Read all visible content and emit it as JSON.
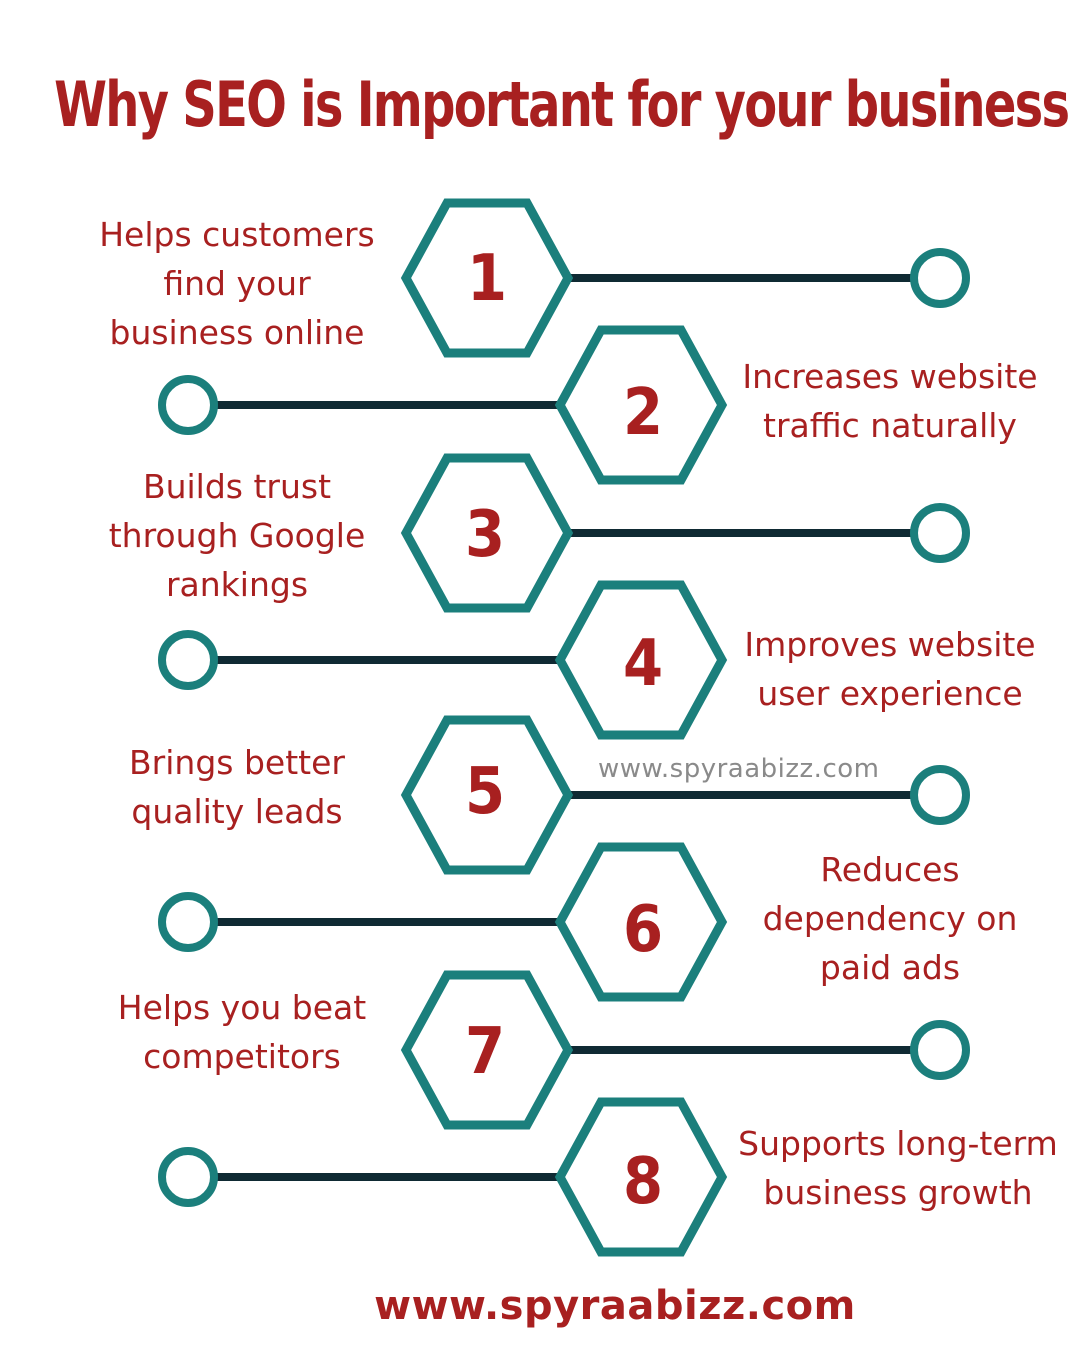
{
  "title": "Why SEO is Important for your business",
  "colors": {
    "accent_red": "#a82020",
    "teal": "#1b7f7c",
    "line": "#0f2a33",
    "watermark_gray": "#8a8a8a"
  },
  "steps": [
    {
      "number": "1",
      "text": "Helps customers\nfind your\nbusiness online",
      "side": "left"
    },
    {
      "number": "2",
      "text": "Increases website\ntraffic naturally",
      "side": "right"
    },
    {
      "number": "3",
      "text": "Builds trust\nthrough Google\nrankings",
      "side": "left"
    },
    {
      "number": "4",
      "text": "Improves website\nuser experience",
      "side": "right"
    },
    {
      "number": "5",
      "text": "Brings better\nquality leads",
      "side": "left"
    },
    {
      "number": "6",
      "text": "Reduces\ndependency on\npaid ads",
      "side": "right"
    },
    {
      "number": "7",
      "text": "Helps you beat\ncompetitors",
      "side": "left"
    },
    {
      "number": "8",
      "text": "Supports long-term\nbusiness growth",
      "side": "right"
    }
  ],
  "watermark": "www.spyraabizz.com",
  "footer": "www.spyraabizz.com"
}
